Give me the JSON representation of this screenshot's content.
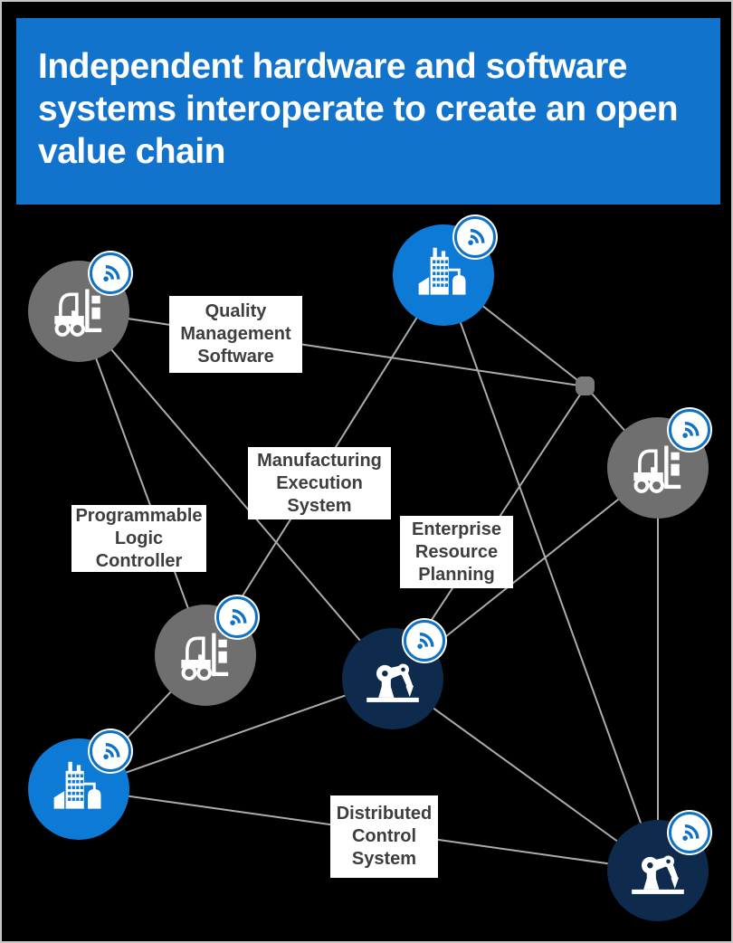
{
  "header": {
    "title": "Independent hardware and software\nsystems interoperate to create an open\nvalue chain",
    "background_color": "#1173CB",
    "text_color": "#FFFFFF"
  },
  "diagram": {
    "background_color": "#000000",
    "connector_color": "#ACACAC",
    "labels": {
      "qms": "Quality\nManagement\nSoftware",
      "mes": "Manufacturing\nExecution\nSystem",
      "plc": "Programmable\nLogic\nController",
      "erp": "Enterprise\nResource\nPlanning",
      "dcs": "Distributed\nControl\nSystem"
    },
    "nodes": [
      {
        "id": "forklift-top-left",
        "icon": "forklift-icon",
        "color": "#6F6F6F"
      },
      {
        "id": "factory-top",
        "icon": "factory-icon",
        "color": "#0D7AD5"
      },
      {
        "id": "junction-dot",
        "icon": "none",
        "color": "#7A7A7A"
      },
      {
        "id": "forklift-right",
        "icon": "forklift-icon",
        "color": "#6F6F6F"
      },
      {
        "id": "forklift-mid-left",
        "icon": "forklift-icon",
        "color": "#6F6F6F"
      },
      {
        "id": "robot-center",
        "icon": "robot-arm-icon",
        "color": "#0E2A4D"
      },
      {
        "id": "factory-bottom-left",
        "icon": "factory-icon",
        "color": "#0D7AD5"
      },
      {
        "id": "robot-bottom-right",
        "icon": "robot-arm-icon",
        "color": "#0E2A4D"
      }
    ],
    "badge": {
      "icon": "wifi-icon",
      "ring_color": "#1072C6",
      "glyph_color": "#1072C6",
      "background": "#FFFFFF"
    }
  }
}
